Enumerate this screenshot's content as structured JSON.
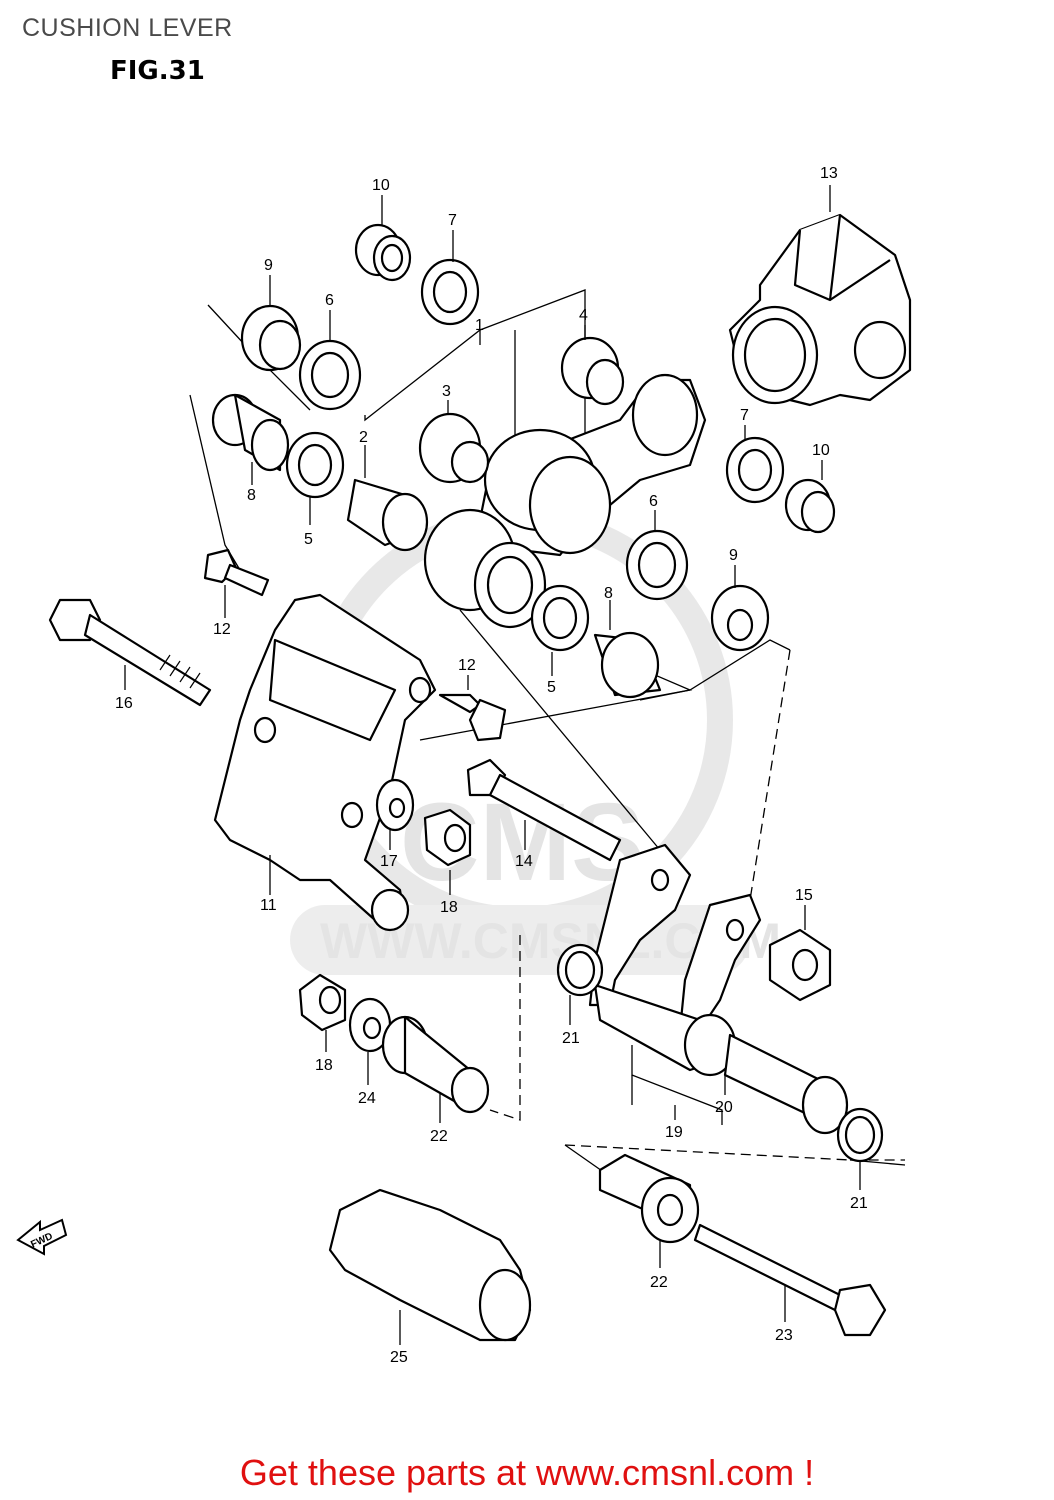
{
  "page_title": "CUSHION LEVER",
  "figure_label": "FIG.31",
  "watermark": {
    "url": "WWW.CMSNL.COM",
    "brand": "CMS"
  },
  "fwd_arrow_label": "FWD",
  "callouts": {
    "c1": "1",
    "c2": "2",
    "c3": "3",
    "c4": "4",
    "c5a": "5",
    "c5b": "5",
    "c6a": "6",
    "c6b": "6",
    "c7a": "7",
    "c7b": "7",
    "c8a": "8",
    "c8b": "8",
    "c9a": "9",
    "c9b": "9",
    "c10a": "10",
    "c10b": "10",
    "c11": "11",
    "c12a": "12",
    "c12b": "12",
    "c13": "13",
    "c14": "14",
    "c15": "15",
    "c16": "16",
    "c17": "17",
    "c18a": "18",
    "c18b": "18",
    "c19": "19",
    "c20": "20",
    "c21a": "21",
    "c21b": "21",
    "c22a": "22",
    "c22b": "22",
    "c23": "23",
    "c24": "24",
    "c25": "25"
  },
  "footer_text": "Get these parts at www.cmsnl.com !"
}
